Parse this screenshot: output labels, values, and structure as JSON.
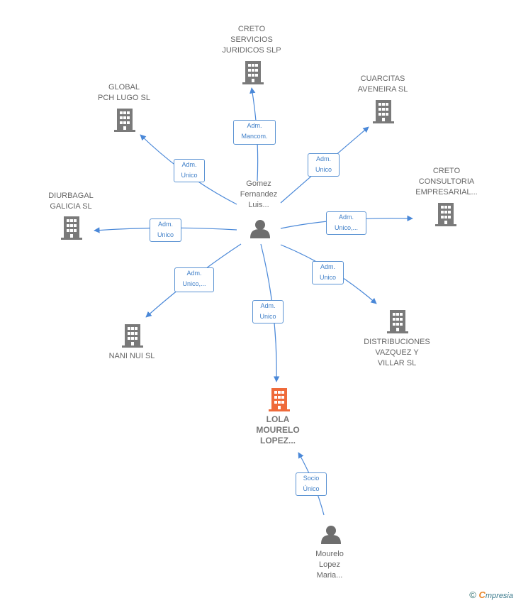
{
  "colors": {
    "edge": "#4a88d8",
    "rel_border": "#5b93d3",
    "rel_text": "#3f7fc8",
    "building": "#7a7a7a",
    "building_main": "#ef6a3a",
    "person": "#6e6e6e",
    "label": "#666666"
  },
  "nodes": {
    "creto_servicios": {
      "label": "CRETO\nSERVICIOS\nJURIDICOS  SLP",
      "icon": "building-icon"
    },
    "global_pch": {
      "label": "GLOBAL\nPCH LUGO  SL",
      "icon": "building-icon"
    },
    "cuarcitas": {
      "label": "CUARCITAS\nAVENEIRA  SL",
      "icon": "building-icon"
    },
    "creto_consultoria": {
      "label": "CRETO\nCONSULTORIA\nEMPRESARIAL...",
      "icon": "building-icon"
    },
    "diurbagal": {
      "label": "DIURBAGAL\nGALICIA SL",
      "icon": "building-icon"
    },
    "nani_nui": {
      "label": "NANI NUI  SL",
      "icon": "building-icon"
    },
    "distribuciones": {
      "label": "DISTRIBUCIONES\nVAZQUEZ Y\nVILLAR  SL",
      "icon": "building-icon"
    },
    "lola_mourelo": {
      "label": "LOLA\nMOURELO\nLOPEZ...",
      "icon": "building-icon"
    },
    "gomez": {
      "label": "Gomez\nFernandez\nLuis...",
      "icon": "person-icon"
    },
    "mourelo_maria": {
      "label": "Mourelo\nLopez\nMaria...",
      "icon": "person-icon"
    }
  },
  "relations": {
    "r_creto_servicios": "Adm.\nMancom.",
    "r_global_pch": "Adm.\nUnico",
    "r_cuarcitas": "Adm.\nUnico",
    "r_creto_consultoria": "Adm.\nUnico,...",
    "r_diurbagal": "Adm.\nUnico",
    "r_nani_nui": "Adm.\nUnico,...",
    "r_distribuciones": "Adm.\nUnico",
    "r_lola": "Adm.\nUnico",
    "r_socio": "Socio\nÚnico"
  },
  "footer": {
    "copyright": "©",
    "brand_initial": "C",
    "brand_rest": "mpresia"
  }
}
